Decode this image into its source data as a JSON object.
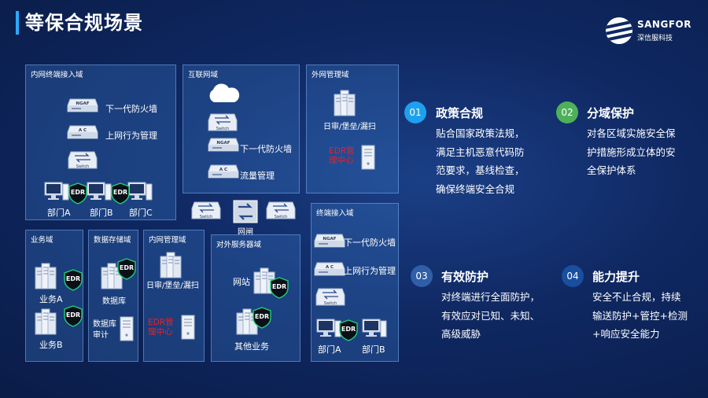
{
  "page_title": "等保合规场景",
  "logo": {
    "name": "SANGFOR",
    "sub": "深信服科技"
  },
  "edr_text": "EDR",
  "zones": {
    "intranet": {
      "label": "内网终端接入域",
      "fw": "下一代防火墙",
      "ac": "上网行为管理",
      "dept_a": "部门A",
      "dept_b": "部门B",
      "dept_c": "部门C"
    },
    "internet": {
      "label": "互联网域",
      "fw": "下一代防火墙",
      "flow": "流量管理"
    },
    "extmgmt": {
      "label": "外网管理域",
      "audit": "日审/堡垒/漏扫",
      "edr_center": "EDR管理中心"
    },
    "business": {
      "label": "业务域",
      "biz_a": "业务A",
      "biz_b": "业务B"
    },
    "storage": {
      "label": "数据存储域",
      "db": "数据库",
      "db_audit": "数据库审计"
    },
    "intmgmt": {
      "label": "内网管理域",
      "audit": "日审/堡垒/漏扫",
      "edr_center": "EDR管理中心"
    },
    "extservice": {
      "label": "对外服务器域",
      "website": "网站",
      "other": "其他业务"
    },
    "terminal": {
      "label": "终端接入域",
      "fw": "下一代防火墙",
      "ac": "上网行为管理",
      "dept_a": "部门A",
      "dept_b": "部门B"
    },
    "core": {
      "gateway": "网闸"
    }
  },
  "device_text": {
    "ngaf": "NGAF",
    "ac": "A C",
    "switch": "Switch"
  },
  "features": [
    {
      "num": "01",
      "title": "政策合规",
      "body": "贴合国家政策法规，\n满足主机恶意代码防\n范要求，基线检查，\n确保终端安全合规",
      "color": "#1ea0f0"
    },
    {
      "num": "02",
      "title": "分域保护",
      "body": "对各区域实施安全保\n护措施形成立体的安\n全保护体系",
      "color": "#4fb05a"
    },
    {
      "num": "03",
      "title": "有效防护",
      "body": "对终端进行全面防护，\n有效应对已知、未知、\n高级威胁",
      "color": "#2f5fa8"
    },
    {
      "num": "04",
      "title": "能力提升",
      "body": "安全不止合规，持续\n输送防护+管控+检测\n+响应安全能力",
      "color": "#1a4fa0"
    }
  ],
  "colors": {
    "accent": "#2ea8ff",
    "edr_red": "#e8202a",
    "zone_fill": "#3c78c8"
  }
}
